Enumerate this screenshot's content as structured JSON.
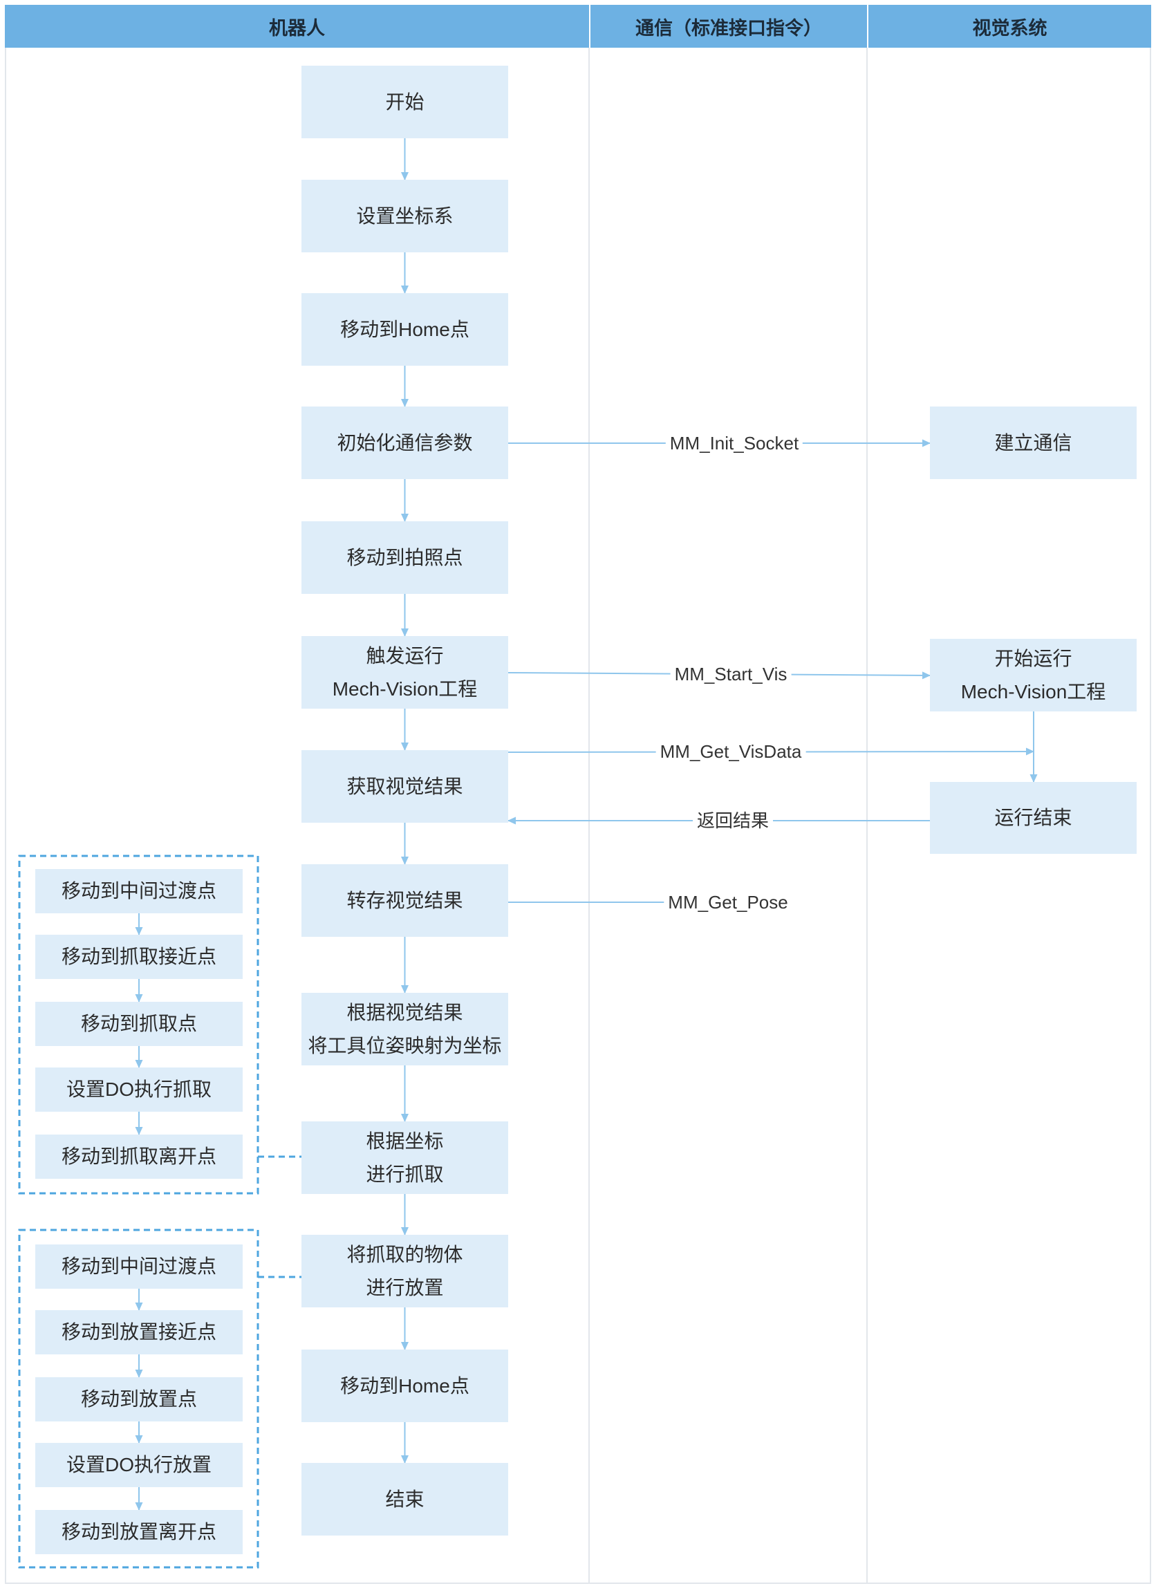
{
  "lanes": {
    "robot": "机器人",
    "communication": "通信（标准接口指令）",
    "vision": "视觉系统"
  },
  "robot_steps": [
    {
      "lines": [
        "开始"
      ]
    },
    {
      "lines": [
        "设置坐标系"
      ]
    },
    {
      "lines": [
        "移动到Home点"
      ]
    },
    {
      "lines": [
        "初始化通信参数"
      ]
    },
    {
      "lines": [
        "移动到拍照点"
      ]
    },
    {
      "lines": [
        "触发运行",
        "Mech-Vision工程"
      ]
    },
    {
      "lines": [
        "获取视觉结果"
      ]
    },
    {
      "lines": [
        "转存视觉结果"
      ]
    },
    {
      "lines": [
        "根据视觉结果",
        "将工具位姿映射为坐标"
      ]
    },
    {
      "lines": [
        "根据坐标",
        "进行抓取"
      ]
    },
    {
      "lines": [
        "将抓取的物体",
        "进行放置"
      ]
    },
    {
      "lines": [
        "移动到Home点"
      ]
    },
    {
      "lines": [
        "结束"
      ]
    }
  ],
  "vision_steps": [
    {
      "lines": [
        "建立通信"
      ]
    },
    {
      "lines": [
        "开始运行",
        "Mech-Vision工程"
      ]
    },
    {
      "lines": [
        "运行结束"
      ]
    }
  ],
  "messages": {
    "init_socket": "MM_Init_Socket",
    "start_vis": "MM_Start_Vis",
    "get_visdata": "MM_Get_VisData",
    "return_result": "返回结果",
    "get_pose": "MM_Get_Pose"
  },
  "pick_substeps": [
    "移动到中间过渡点",
    "移动到抓取接近点",
    "移动到抓取点",
    "设置DO执行抓取",
    "移动到抓取离开点"
  ],
  "place_substeps": [
    "移动到中间过渡点",
    "移动到放置接近点",
    "移动到放置点",
    "设置DO执行放置",
    "移动到放置离开点"
  ],
  "colors": {
    "header_bg": "#6db1e3",
    "header_text": "#1c2b39",
    "box_fill": "#deedf9",
    "text": "#2b2b2b",
    "connector": "#8fc6ec",
    "group_border": "#4ea6df",
    "lane_divider": "#e2e6eb"
  }
}
